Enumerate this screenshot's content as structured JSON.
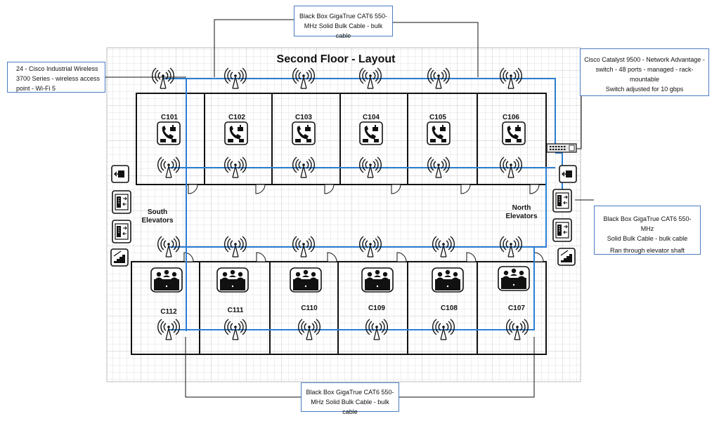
{
  "title": "Second Floor - Layout",
  "callouts": {
    "wap": [
      "24 - Cisco Industrial Wireless",
      "3700 Series - wireless access",
      "point - Wi-Fi 5"
    ],
    "cable_top": [
      "Black Box GigaTrue CAT6 550-",
      "MHz Solid Bulk Cable - bulk cable"
    ],
    "switch": [
      "Cisco Catalyst 9500 - Network Advantage -",
      "switch - 48 ports - managed - rack-",
      "mountable",
      "Switch adjusted for 10 gbps"
    ],
    "cable_right": [
      "Black Box GigaTrue CAT6 550-MHz",
      "Solid Bulk Cable - bulk cable",
      "Ran through elevator shaft"
    ],
    "cable_bottom": [
      "Black Box GigaTrue CAT6 550-",
      "MHz Solid Bulk Cable - bulk cable"
    ]
  },
  "rooms_top": [
    "C101",
    "C102",
    "C103",
    "C104",
    "C105",
    "C106"
  ],
  "rooms_bottom": [
    "C112",
    "C111",
    "C110",
    "C109",
    "C108",
    "C107"
  ],
  "elevators": {
    "south": [
      "South",
      "Elevators"
    ],
    "north": [
      "North",
      "Elevators"
    ]
  },
  "icons": {
    "phone": "ip-phone-icon",
    "conference": "conference-room-icon",
    "wap": "wireless-access-point-icon",
    "switch": "network-switch-icon",
    "elevator": "elevator-icon",
    "stairs": "stairs-icon",
    "exit": "exit-icon"
  },
  "colors": {
    "cable": "#2a7fd4",
    "callout_border": "#4a7cc0",
    "wall": "#111111",
    "grid": "#d8d8d8"
  }
}
